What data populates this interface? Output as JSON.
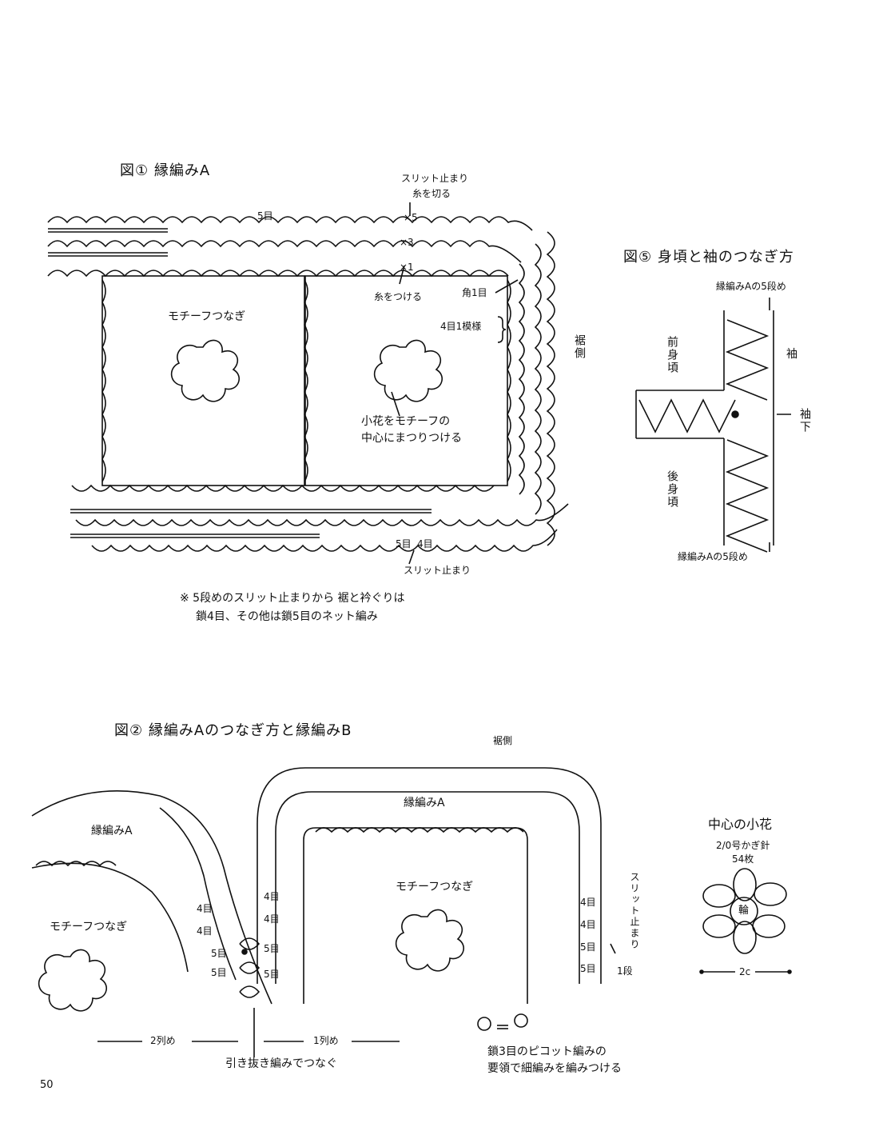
{
  "fig1": {
    "title": "図① 縁編みA",
    "slit_top_1": "スリット止まり",
    "slit_top_2": "糸を切る",
    "row5": "5目",
    "x5": "×5",
    "x3": "×3",
    "x1": "×1",
    "attach": "糸をつける",
    "corner": "角1目",
    "pattern": "4目1模様",
    "hem_side": "裾側",
    "motif_join": "モチーフつなぎ",
    "flower_note_1": "小花をモチーフの",
    "flower_note_2": "中心にまつりつける",
    "slit_bottom": "スリット止まり",
    "bottom_5": "5目",
    "bottom_4": "4目",
    "note_1": "※ 5段めのスリット止まりから 裾と衿ぐりは",
    "note_2": "鎖4目、その他は鎖5目のネット編み"
  },
  "fig5": {
    "title": "図⑤ 身頃と袖のつなぎ方",
    "top_label": "縁編みAの5段め",
    "front": "前身頃",
    "sleeve": "袖",
    "underarm": "袖下",
    "back": "後身頃",
    "bottom_label": "縁編みAの5段め"
  },
  "fig2": {
    "title": "図② 縁編みAのつなぎ方と縁編みB",
    "hem_side": "裾側",
    "edging_left": "縁編みA",
    "edging_center": "縁編みA",
    "motif_left": "モチーフつなぎ",
    "motif_center": "モチーフつなぎ",
    "l4a": "4目",
    "l4b": "4目",
    "l5a": "5目",
    "l5b": "5目",
    "r4a": "4目",
    "r4b": "4目",
    "r5a": "5目",
    "r5b": "5目",
    "rr4a": "4目",
    "rr4b": "4目",
    "rr5a": "5目",
    "rr5b": "5目",
    "slit": "スリット止まり",
    "row1": "1段",
    "col2": "2列め",
    "col1": "1列め",
    "join": "引き抜き編みでつなぐ",
    "picot_1": "鎖3目のピコット編みの",
    "picot_2": "要領で細編みを編みつける"
  },
  "small_flower": {
    "title": "中心の小花",
    "hook": "2/0号かぎ針",
    "count": "54枚",
    "ring": "輪",
    "width": "2c"
  },
  "page_number": "50"
}
